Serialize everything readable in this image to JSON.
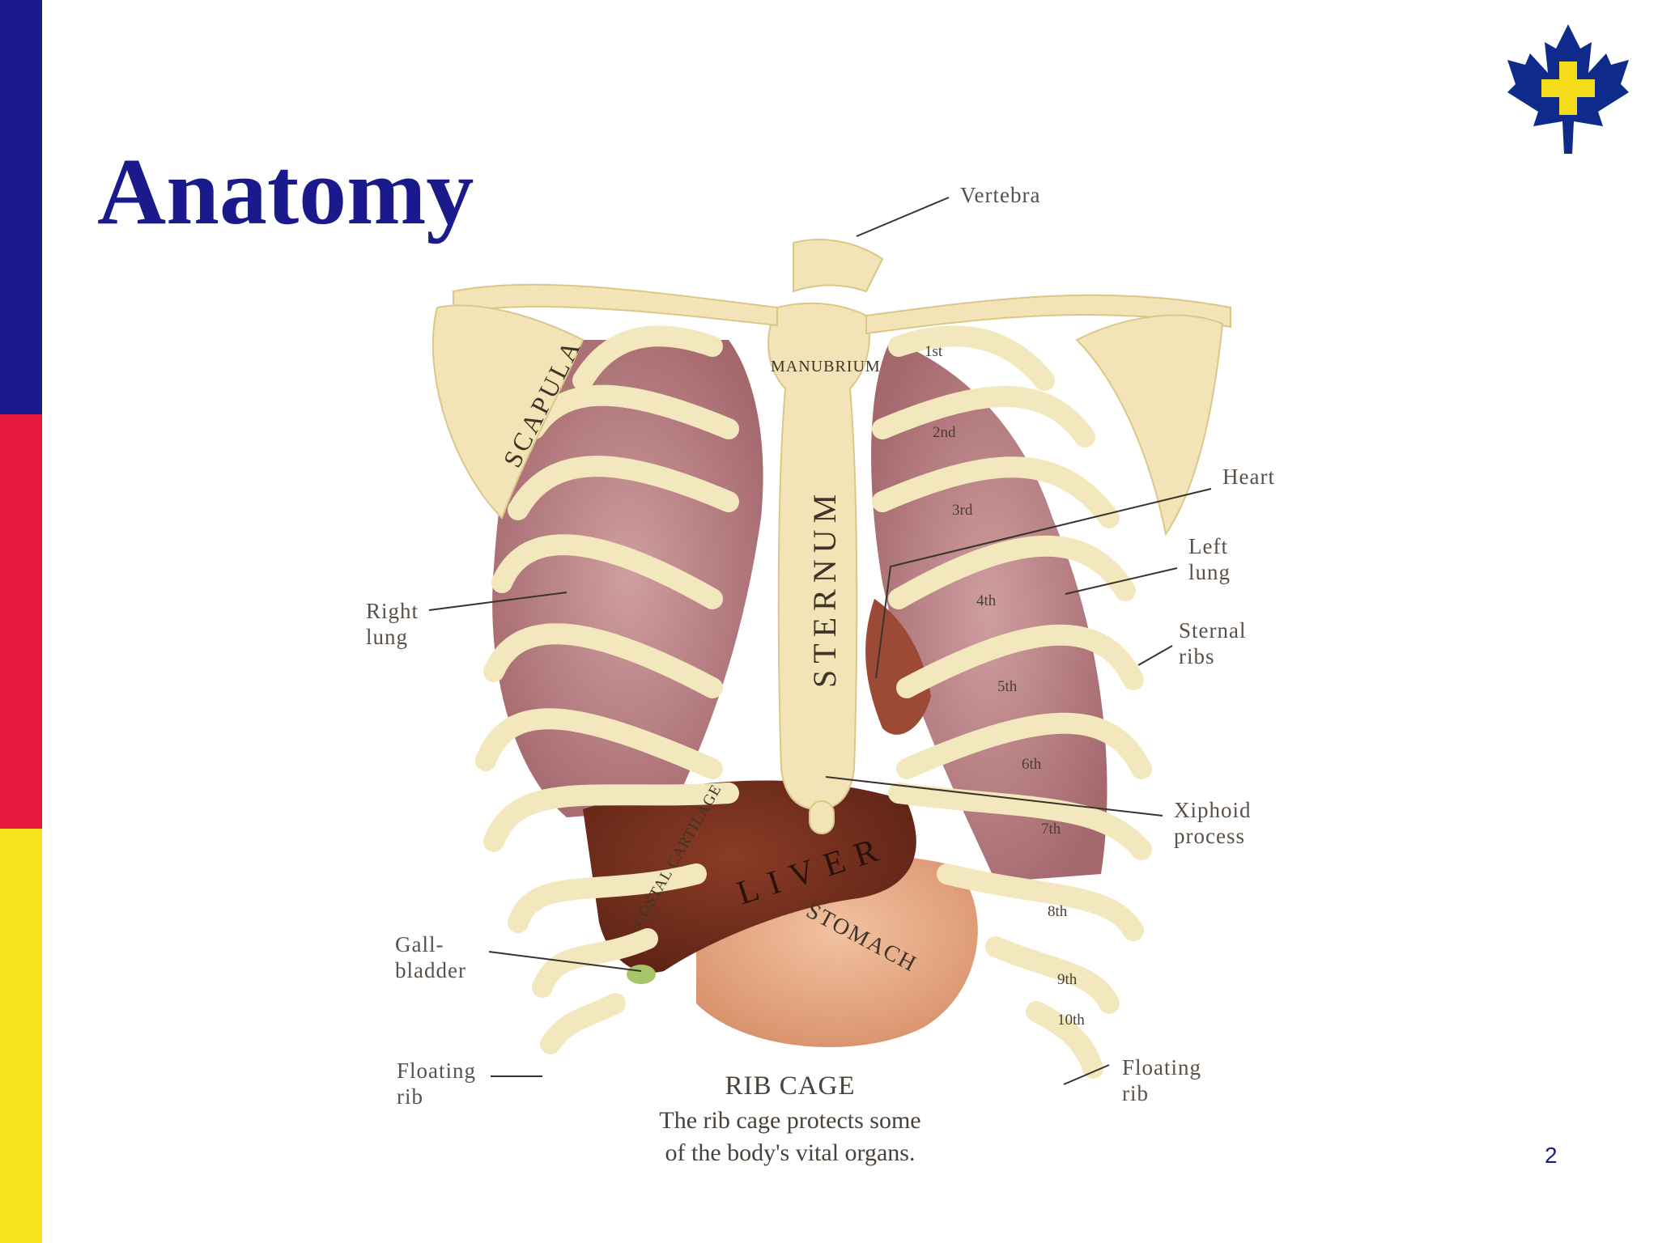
{
  "slide": {
    "title": "Anatomy",
    "page_number": "2"
  },
  "colors": {
    "blue": "#1a1a8c",
    "red": "#e8173c",
    "yellow": "#f7e21d",
    "logo_leaf": "#0e2a8a",
    "logo_cross": "#f5dc1a"
  },
  "logo": {
    "icon": "maple-leaf-cross-icon"
  },
  "figure": {
    "labels": {
      "vertebra": "Vertebra",
      "heart": "Heart",
      "left_lung_1": "Left",
      "left_lung_2": "lung",
      "sternal_ribs_1": "Sternal",
      "sternal_ribs_2": "ribs",
      "right_lung_1": "Right",
      "right_lung_2": "lung",
      "xiphoid_1": "Xiphoid",
      "xiphoid_2": "process",
      "gallbladder_1": "Gall-",
      "gallbladder_2": "bladder",
      "floating_rib_left_1": "Floating",
      "floating_rib_left_2": "rib",
      "floating_rib_right_1": "Floating",
      "floating_rib_right_2": "rib"
    },
    "bone_labels": {
      "scapula": "SCAPULA",
      "manubrium": "MANUBRIUM",
      "sternum": "STERNUM",
      "costal_cartilage": "COSTAL CARTILAGE",
      "liver": "LIVER",
      "stomach": "STOMACH"
    },
    "rib_numbers": [
      "1st",
      "2nd",
      "3rd",
      "4th",
      "5th",
      "6th",
      "7th",
      "8th",
      "9th",
      "10th"
    ],
    "caption": {
      "title": "RIB CAGE",
      "line1": "The rib cage protects some",
      "line2": "of the body's vital organs."
    }
  }
}
